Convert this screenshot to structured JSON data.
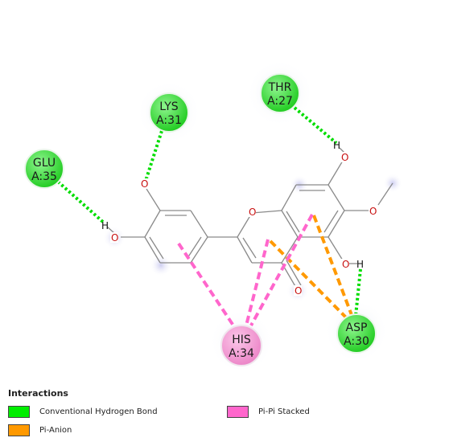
{
  "residues": [
    {
      "id": "lys31",
      "name": "LYS",
      "chain": "A:31",
      "kind": "hbond"
    },
    {
      "id": "thr27",
      "name": "THR",
      "chain": "A:27",
      "kind": "hbond"
    },
    {
      "id": "glu35",
      "name": "GLU",
      "chain": "A:35",
      "kind": "hbond"
    },
    {
      "id": "his34",
      "name": "HIS",
      "chain": "A:34",
      "kind": "pipi"
    },
    {
      "id": "asp30",
      "name": "ASP",
      "chain": "A:30",
      "kind": "hbond"
    }
  ],
  "atoms": {
    "oxygen": "O",
    "hydrogen": "H"
  },
  "legend": {
    "title": "Interactions",
    "items": [
      {
        "label": "Conventional Hydrogen Bond",
        "color": "#00ee00"
      },
      {
        "label": "Pi-Anion",
        "color": "#ff9900"
      },
      {
        "label": "Pi-Pi Stacked",
        "color": "#ff66cc"
      }
    ]
  },
  "colors": {
    "hbond": "#00dd00",
    "pianion": "#ff9900",
    "pipi": "#ff66cc",
    "bond": "#8a8a8a",
    "oxygen": "#d01818",
    "hbond_node": "#33dd33",
    "pipi_node": "#f08ccc"
  }
}
